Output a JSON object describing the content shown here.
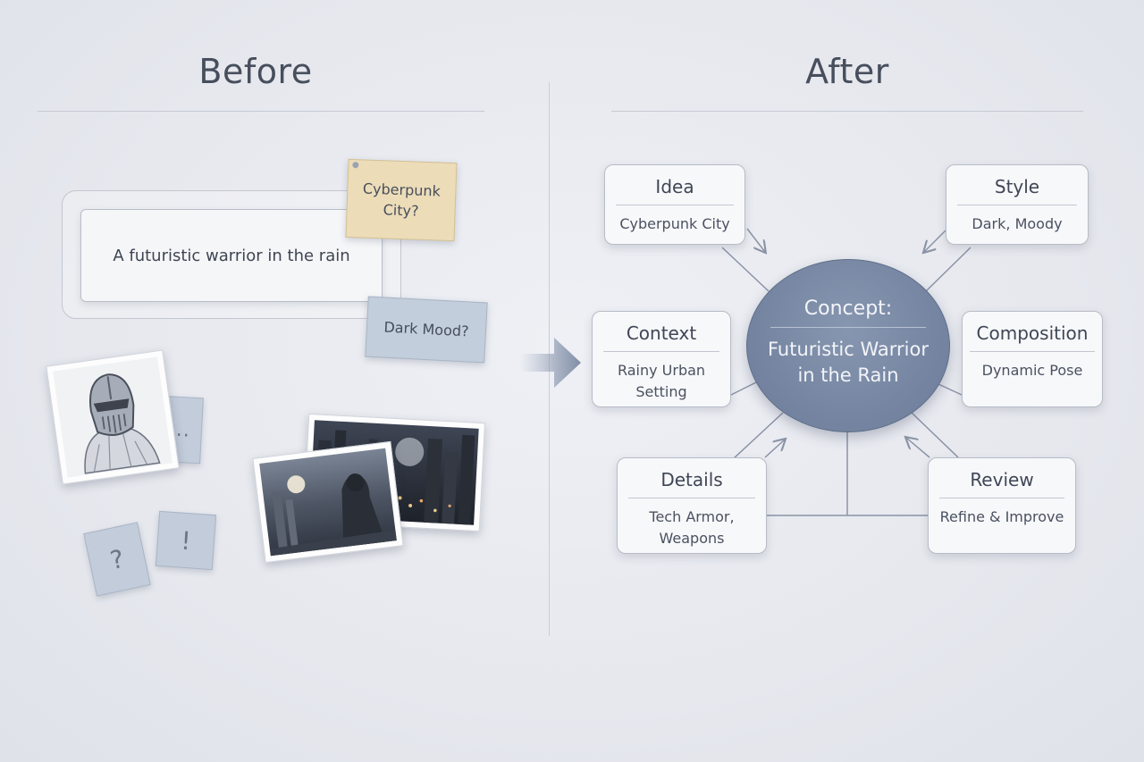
{
  "before": {
    "heading": "Before",
    "prompt_text": "A futuristic warrior in the rain",
    "note_yellow": "Cyberpunk City?",
    "note_blue": "Dark Mood?",
    "tile_dots": "...",
    "tile_question": "?",
    "tile_exclaim": "!"
  },
  "after": {
    "heading": "After",
    "concept": {
      "title": "Concept:",
      "body": "Futuristic Warrior in the Rain"
    },
    "nodes": {
      "idea": {
        "title": "Idea",
        "body": "Cyberpunk City"
      },
      "style": {
        "title": "Style",
        "body": "Dark, Moody"
      },
      "context": {
        "title": "Context",
        "body": "Rainy Urban Setting"
      },
      "composition": {
        "title": "Composition",
        "body": "Dynamic Pose"
      },
      "details": {
        "title": "Details",
        "body": "Tech Armor, Weapons"
      },
      "review": {
        "title": "Review",
        "body": "Refine & Improve"
      }
    }
  },
  "colors": {
    "background": "#e6e8ee",
    "concept_fill": "#7686a2",
    "note_yellow": "#ecdcb8",
    "note_blue": "#c3cedc",
    "connector": "#8a93a5"
  }
}
